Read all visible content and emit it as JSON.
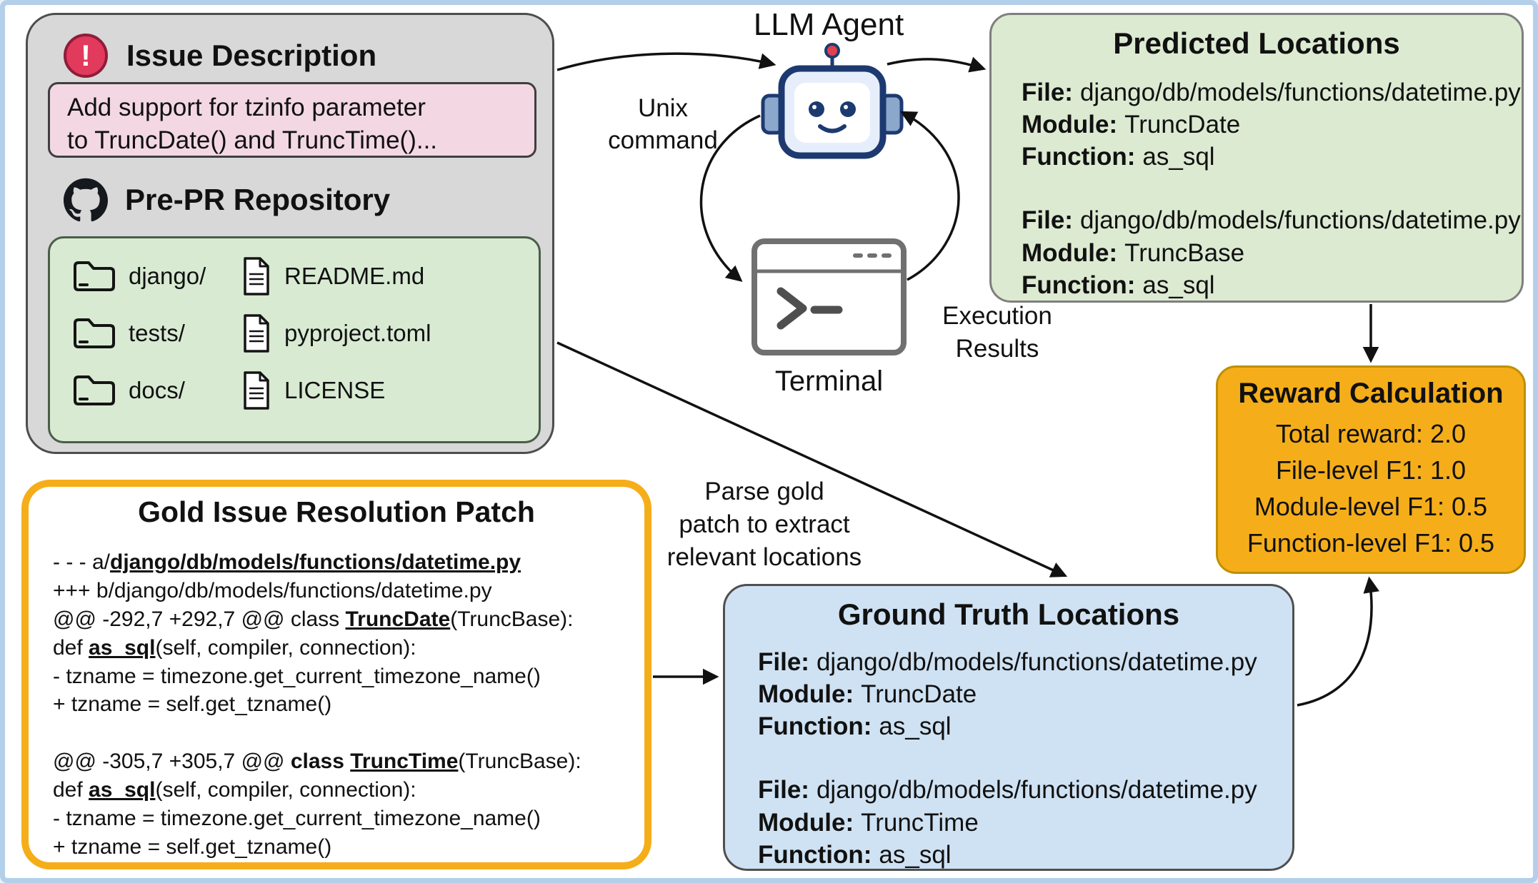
{
  "colors": {
    "panel_gray": "#d8d8d8",
    "green": "#d9ead3",
    "pink": "#f3d8e3",
    "gold": "#f5ae1a",
    "blue": "#cfe2f3",
    "robot_navy": "#1d3a70",
    "warning_red": "#e23a5c"
  },
  "issue_box": {
    "title": "Issue Description",
    "warning_glyph": "!",
    "issue_text_line1": "Add support for tzinfo parameter",
    "issue_text_line2": "to TruncDate() and TruncTime()...",
    "repo_title": "Pre-PR Repository",
    "folders": [
      "django/",
      "tests/",
      "docs/"
    ],
    "files": [
      "README.md",
      "pyproject.toml",
      "LICENSE"
    ]
  },
  "agent": {
    "title": "LLM Agent",
    "unix_line1": "Unix",
    "unix_line2": "command",
    "terminal_label": "Terminal",
    "exec_line1": "Execution",
    "exec_line2": "Results"
  },
  "labels": {
    "file": "File:",
    "module": "Module:",
    "function": "Function:"
  },
  "predicted": {
    "title": "Predicted Locations",
    "entries": [
      {
        "file": "django/db/models/functions/datetime.py",
        "module": "TruncDate",
        "function": "as_sql"
      },
      {
        "file": "django/db/models/functions/datetime.py",
        "module": "TruncBase",
        "function": "as_sql"
      }
    ]
  },
  "reward": {
    "title": "Reward Calculation",
    "lines": [
      "Total reward: 2.0",
      "File-level F1: 1.0",
      "Module-level F1: 0.5",
      "Function-level F1: 0.5"
    ]
  },
  "patch": {
    "title": "Gold Issue Resolution Patch",
    "lines": [
      [
        {
          "t": "- - - a/"
        },
        {
          "t": "django/db/models/functions/datetime.py",
          "b": true,
          "u": true
        }
      ],
      [
        {
          "t": "+++ b/django/db/models/functions/datetime.py"
        }
      ],
      [
        {
          "t": "@@ -292,7 +292,7 @@ class "
        },
        {
          "t": "TruncDate",
          "b": true,
          "u": true
        },
        {
          "t": "(TruncBase):"
        }
      ],
      [
        {
          "t": "def "
        },
        {
          "t": "as_sql",
          "b": true,
          "u": true
        },
        {
          "t": "(self, compiler, connection):"
        }
      ],
      [
        {
          "t": "- tzname = timezone.get_current_timezone_name()"
        }
      ],
      [
        {
          "t": "+ tzname = self.get_tzname()"
        }
      ],
      [
        {
          "t": " "
        }
      ],
      [
        {
          "t": "@@ -305,7 +305,7 @@ "
        },
        {
          "t": "class ",
          "b": true
        },
        {
          "t": "TruncTime",
          "b": true,
          "u": true
        },
        {
          "t": "(TruncBase):"
        }
      ],
      [
        {
          "t": "def "
        },
        {
          "t": "as_sql",
          "b": true,
          "u": true
        },
        {
          "t": "(self, compiler, connection):"
        }
      ],
      [
        {
          "t": "- tzname = timezone.get_current_timezone_name()"
        }
      ],
      [
        {
          "t": "+ tzname = self.get_tzname()"
        }
      ]
    ]
  },
  "parse_label": {
    "line1": "Parse gold",
    "line2": "patch to extract",
    "line3": "relevant locations"
  },
  "ground_truth": {
    "title": "Ground Truth Locations",
    "entries": [
      {
        "file": "django/db/models/functions/datetime.py",
        "module": "TruncDate",
        "function": "as_sql"
      },
      {
        "file": "django/db/models/functions/datetime.py",
        "module": "TruncTime",
        "function": "as_sql"
      }
    ]
  }
}
